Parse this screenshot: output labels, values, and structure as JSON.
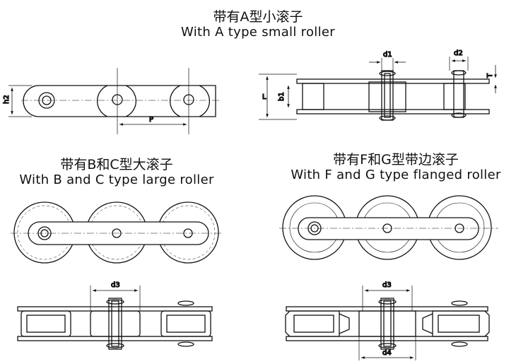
{
  "sections": {
    "a": {
      "title_zh": "带有A型小滚子",
      "title_en": "With A type small roller"
    },
    "b": {
      "title_zh": "带有B和C型大滚子",
      "title_en": "With B and C type large roller"
    },
    "c": {
      "title_zh": "带有F和G型带边滚子",
      "title_en": "With F and G type flanged roller"
    }
  },
  "dims": {
    "h2": "h2",
    "P": "P",
    "L": "L",
    "b1": "b1",
    "d1": "d1",
    "d2": "d2",
    "T": "T",
    "d3_left": "d3",
    "d3_right": "d3",
    "d4": "d4"
  }
}
